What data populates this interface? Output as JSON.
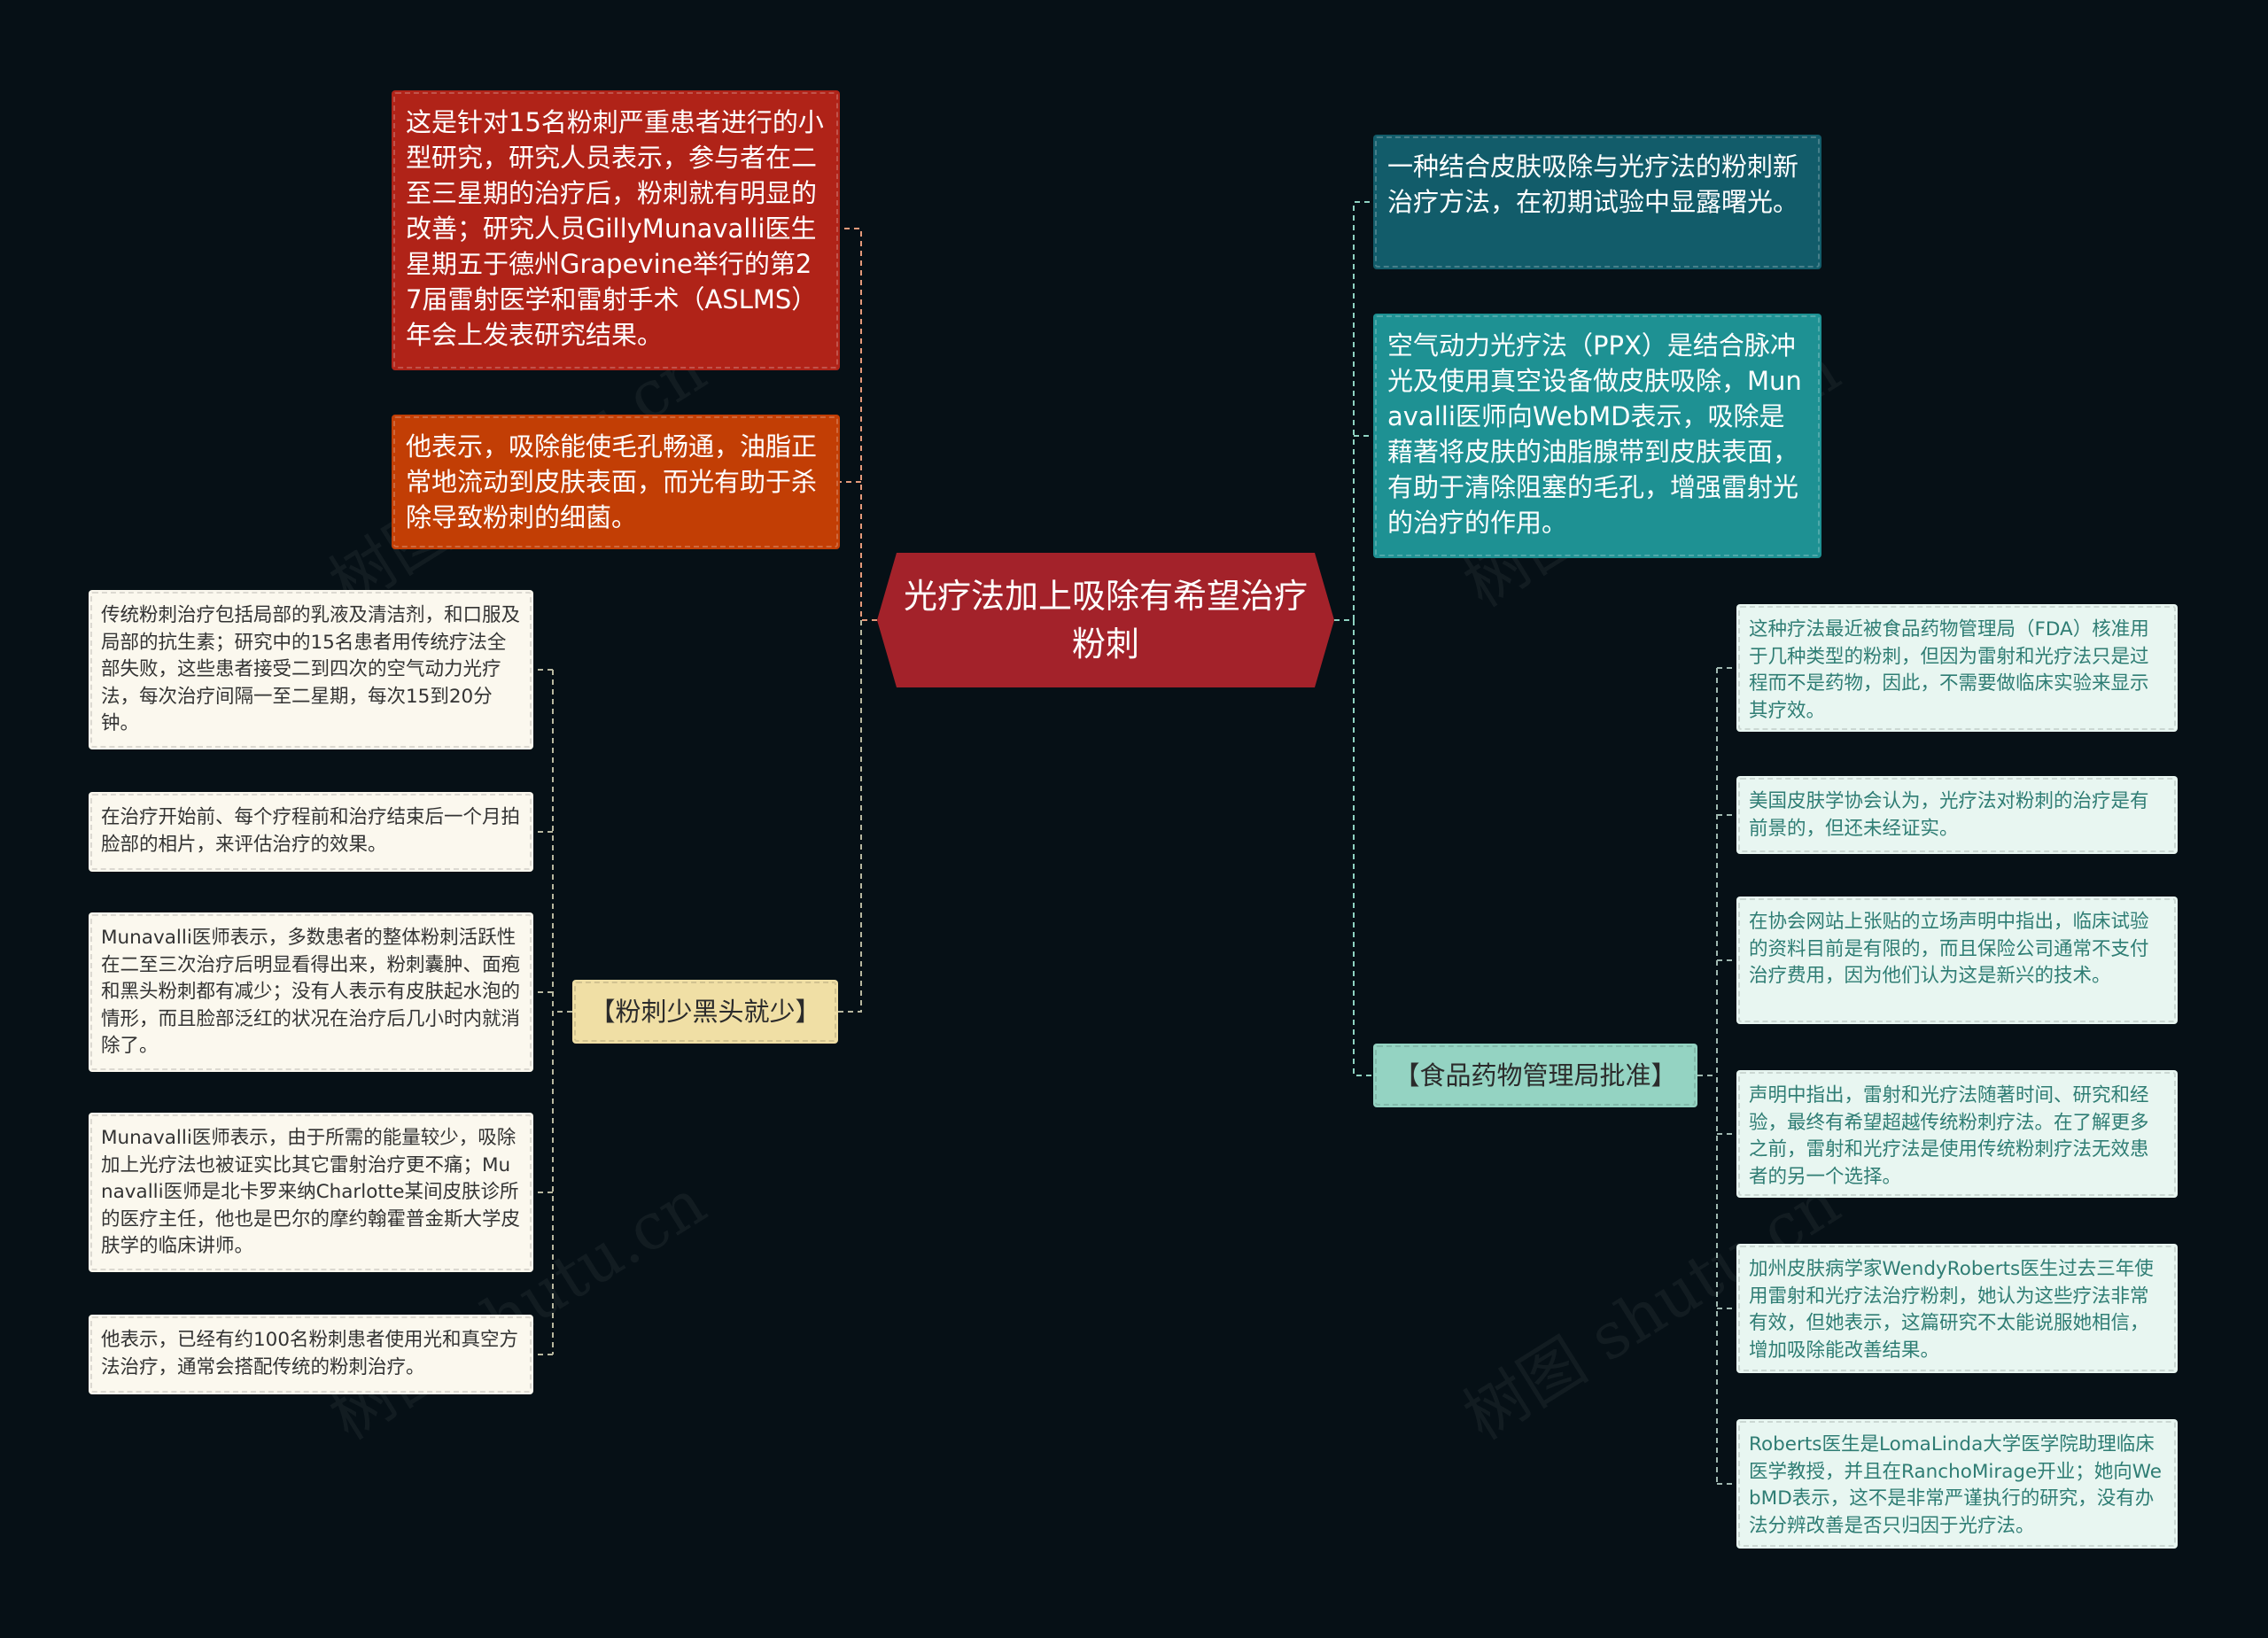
{
  "center": {
    "title": "光疗法加上吸除有希望治疗粉刺"
  },
  "left_top": [
    {
      "text": "这是针对15名粉刺严重患者进行的小型研究，研究人员表示，参与者在二至三星期的治疗后，粉刺就有明显的改善；研究人员GillyMunavalli医生星期五于德州Grapevine举行的第27届雷射医学和雷射手术（ASLMS）年会上发表研究结果。",
      "color": "#b02318"
    },
    {
      "text": "他表示，吸除能使毛孔畅通，油脂正常地流动到皮肤表面，而光有助于杀除导致粉刺的细菌。",
      "color": "#c23e05"
    }
  ],
  "left_category": {
    "label": "【粉刺少黑头就少】",
    "items": [
      "传统粉刺治疗包括局部的乳液及清洁剂，和口服及局部的抗生素；研究中的15名患者用传统疗法全部失败，这些患者接受二到四次的空气动力光疗法，每次治疗间隔一至二星期，每次15到20分钟。",
      "在治疗开始前、每个疗程前和治疗结束后一个月拍脸部的相片，来评估治疗的效果。",
      "Munavalli医师表示，多数患者的整体粉刺活跃性在二至三次治疗后明显看得出来，粉刺囊肿、面疱和黑头粉刺都有减少；没有人表示有皮肤起水泡的情形，而且脸部泛红的状况在治疗后几小时内就消除了。",
      "Munavalli医师表示，由于所需的能量较少，吸除加上光疗法也被证实比其它雷射治疗更不痛；Munavalli医师是北卡罗来纳Charlotte某间皮肤诊所的医疗主任，他也是巴尔的摩约翰霍普金斯大学皮肤学的临床讲师。",
      "他表示，已经有约100名粉刺患者使用光和真空方法治疗，通常会搭配传统的粉刺治疗。"
    ]
  },
  "right_top": [
    {
      "text": "一种结合皮肤吸除与光疗法的粉刺新治疗方法，在初期试验中显露曙光。",
      "color": "#125c6a"
    },
    {
      "text": "空气动力光疗法（PPX）是结合脉冲光及使用真空设备做皮肤吸除，Munavalli医师向WebMD表示，吸除是藉著将皮肤的油脂腺带到皮肤表面，有助于清除阻塞的毛孔，增强雷射光的治疗的作用。",
      "color": "#1e9193"
    }
  ],
  "right_category": {
    "label": "【食品药物管理局批准】",
    "items": [
      "这种疗法最近被食品药物管理局（FDA）核准用于几种类型的粉刺，但因为雷射和光疗法只是过程而不是药物，因此，不需要做临床实验来显示其疗效。",
      "美国皮肤学协会认为，光疗法对粉刺的治疗是有前景的，但还未经证实。",
      "在协会网站上张贴的立场声明中指出，临床试验的资料目前是有限的，而且保险公司通常不支付治疗费用，因为他们认为这是新兴的技术。",
      "声明中指出，雷射和光疗法随著时间、研究和经验，最终有希望超越传统粉刺疗法。在了解更多之前，雷射和光疗法是使用传统粉刺疗法无效患者的另一个选择。",
      "加州皮肤病学家WendyRoberts医生过去三年使用雷射和光疗法治疗粉刺，她认为这些疗法非常有效，但她表示，这篇研究不太能说服她相信，增加吸除能改善结果。",
      "Roberts医生是LomaLinda大学医学院助理临床医学教授，并且在RanchoMirage开业；她向WebMD表示，这不是非常严谨执行的研究，没有办法分辨改善是否只归因于光疗法。"
    ]
  },
  "colors": {
    "background": "#061016",
    "center": "#a3222a",
    "link": "#e59a7a",
    "link_right": "#8fd3c2"
  }
}
